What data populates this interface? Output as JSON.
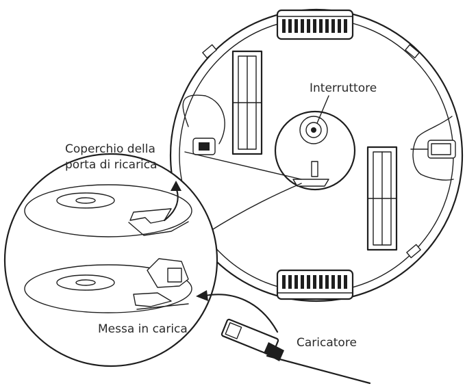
{
  "labels": {
    "switch": "Interruttore",
    "charging_port_cover_line1": "Coperchio della",
    "charging_port_cover_line2": "porta di ricarica",
    "charging": "Messa in carica",
    "charger": "Caricatore"
  },
  "colors": {
    "line": "#1e1e1e",
    "background": "#ffffff",
    "text": "#2a2a2a"
  }
}
